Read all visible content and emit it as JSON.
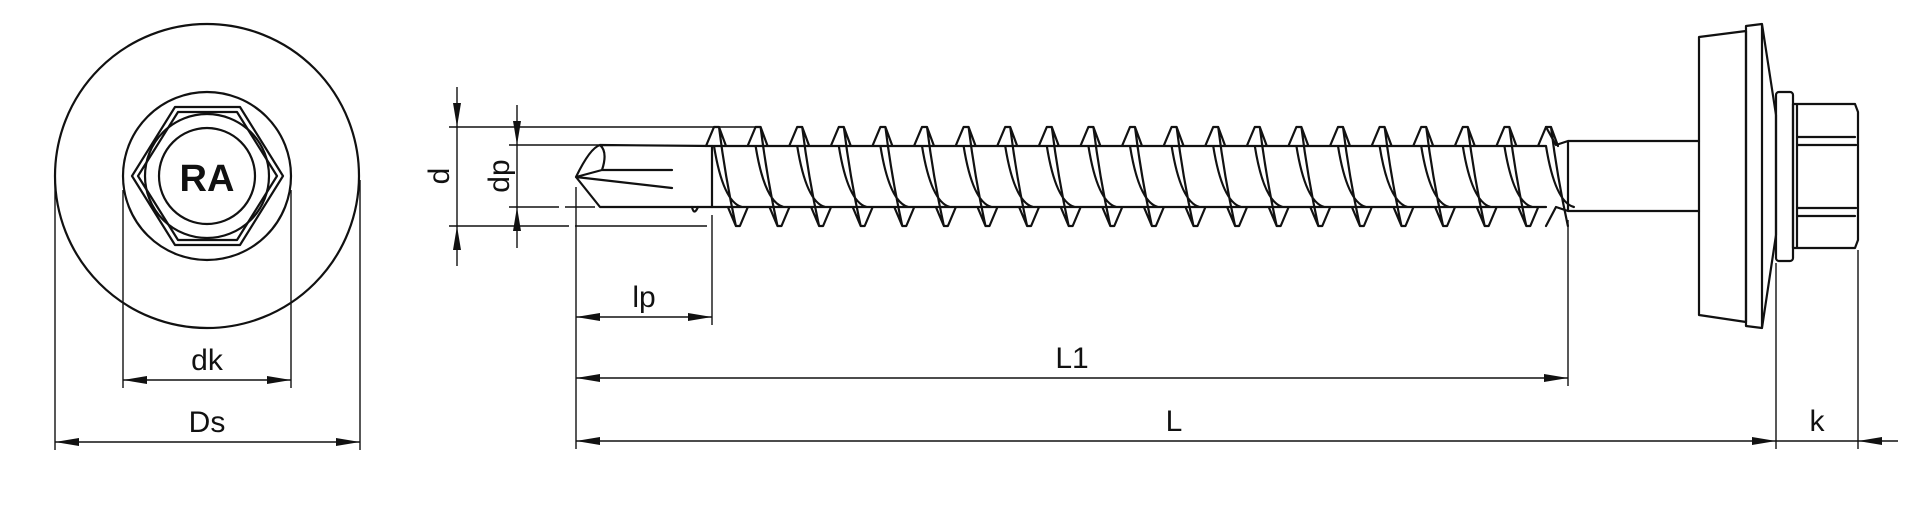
{
  "drawing": {
    "head_marking": "RA",
    "dimensions": {
      "head_diameter": "dk",
      "washer_diameter": "Ds",
      "thread_diameter": "d",
      "drill_point_diameter": "dp",
      "drill_point_length": "lp",
      "thread_length": "L1",
      "length": "L",
      "head_height": "k"
    }
  },
  "colors": {
    "line": "#111111",
    "background": "#ffffff"
  }
}
